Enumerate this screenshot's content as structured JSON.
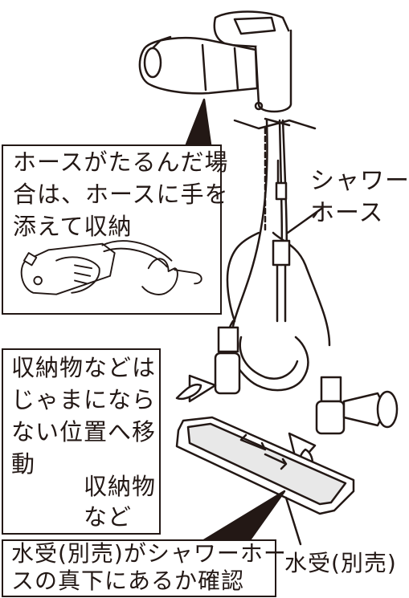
{
  "callouts": {
    "hose_note": {
      "lines": [
        "ホースがたるんだ場",
        "合は、ホースに手を",
        "添えて収納"
      ]
    },
    "storage_note": {
      "lines": [
        "収納物などは",
        "じゃまになら",
        "ない位置へ移",
        "動"
      ]
    },
    "storage_item": {
      "lines": [
        "収納物",
        "など"
      ]
    },
    "tray_note": {
      "lines": [
        "水受(別売)がシャワーホー",
        "スの真下にあるか確認"
      ]
    }
  },
  "labels": {
    "shower_hose": [
      "シャワー",
      "ホース"
    ],
    "water_tray": "水受(別売)"
  },
  "colors": {
    "line": "#231815",
    "fill": "#ffffff",
    "shade": "#cfcfcf"
  }
}
